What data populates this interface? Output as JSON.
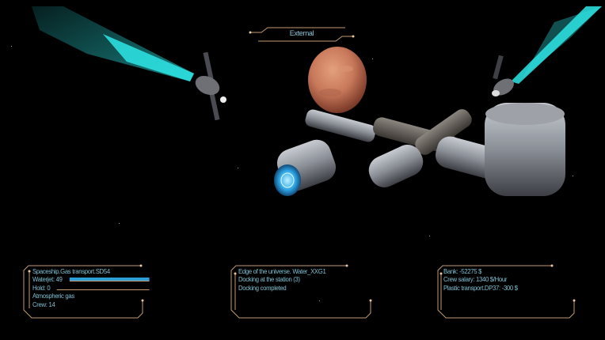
{
  "view": {
    "camera_label": "External"
  },
  "panels": {
    "ship": {
      "name": "Spaceship.Gas transport.SD54",
      "waterjet_label": "Waterjet: 49",
      "waterjet_value": 49,
      "hold_label": "Hold: 0",
      "hold_value": 0,
      "cargo": "Atmospheric gas",
      "crew_label": "Crew: 14"
    },
    "location": {
      "lines": [
        "Edge of the universe. Water_XXG1",
        "Docking at the station (3)",
        "Docking completed"
      ]
    },
    "finance": {
      "lines": [
        "Bank: -52275 $",
        "Crew salary: 1340 $/Hour",
        "Plastic transport.DP37: -300 $"
      ]
    }
  },
  "colors": {
    "frame": "#c29a74",
    "text": "#7fc0d4",
    "bar": "#2e9fd6",
    "plume": "#2ee6e6",
    "planet": "#c8785a"
  }
}
